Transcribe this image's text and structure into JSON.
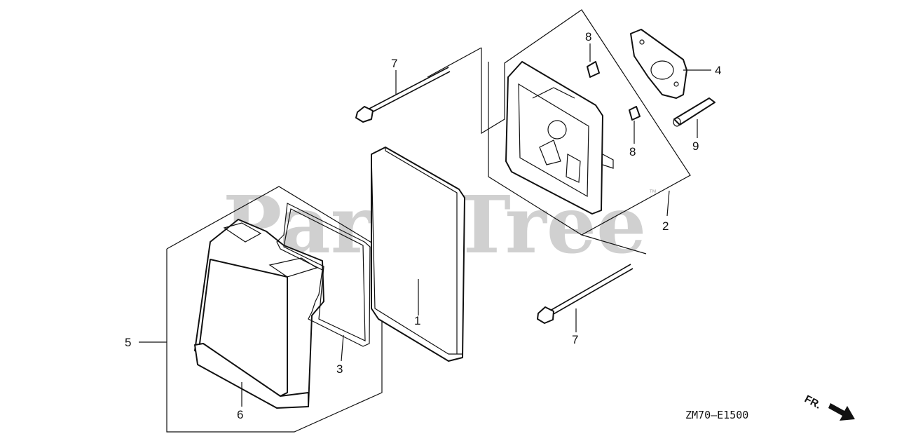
{
  "watermark": {
    "text": "PartsTree",
    "tm": "™"
  },
  "callouts": {
    "c1": "1",
    "c2": "2",
    "c3": "3",
    "c4": "4",
    "c5": "5",
    "c6": "6",
    "c7a": "7",
    "c7b": "7",
    "c8a": "8",
    "c8b": "8",
    "c9": "9"
  },
  "diagram_code": "ZM70—E1500",
  "direction": {
    "label": "FR."
  },
  "colors": {
    "line": "#111111",
    "watermark": "#c8c8c8",
    "background": "#ffffff"
  }
}
